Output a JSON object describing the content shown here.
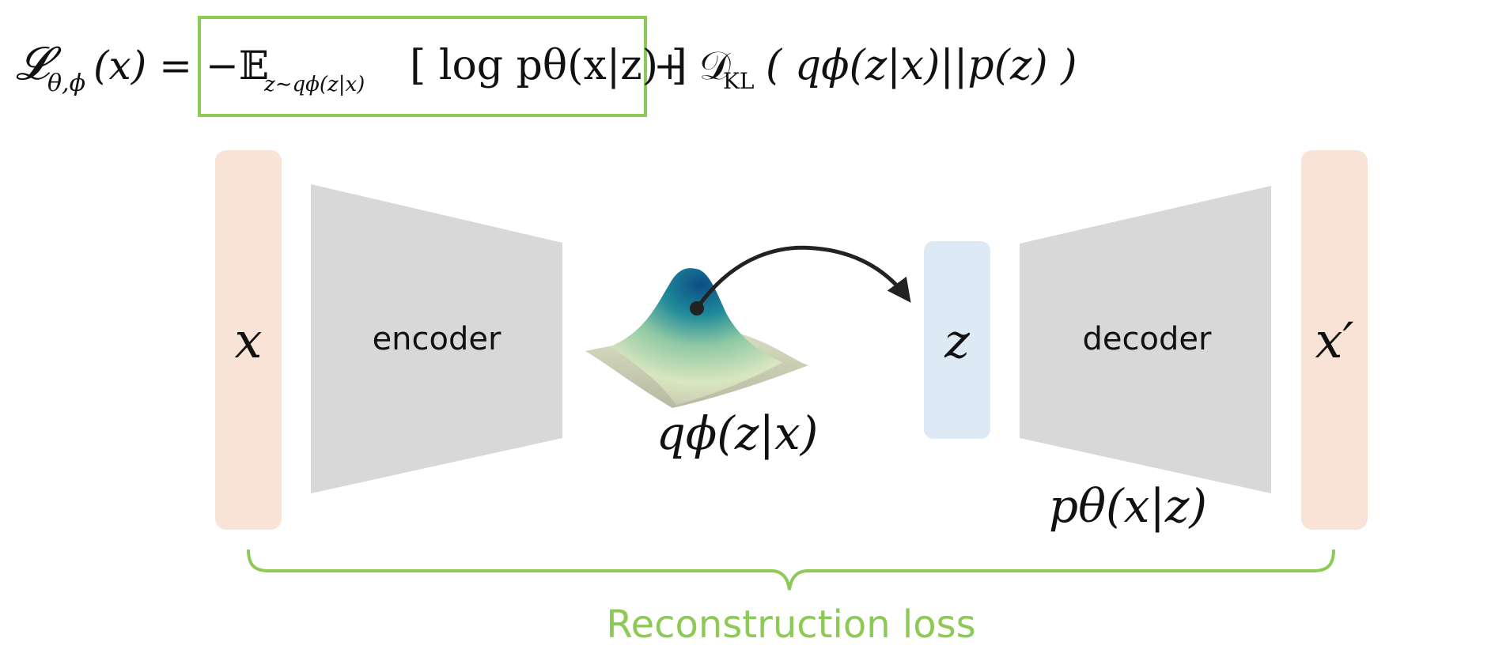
{
  "formula": {
    "lhs": "𝓛",
    "lhs_sub": "θ,ϕ",
    "lhs_arg": "(x) =",
    "expect_neg": "−𝔼",
    "expect_sub": "z∼qϕ(z|x)",
    "expect_body": "[ log pθ(x|z) ]",
    "plus_kl": "+ 𝒟",
    "kl_sub": "KL",
    "kl_body": "( qϕ(z|x)||p(z) )"
  },
  "diagram": {
    "input_label": "x",
    "encoder_label": "encoder",
    "distribution_label": "qϕ(z|x)",
    "latent_label": "z",
    "decoder_label": "decoder",
    "likelihood_label": "pθ(x|z)",
    "output_label": "x′",
    "loss_label": "Reconstruction loss"
  },
  "colors": {
    "highlight_green": "#8dc955",
    "input_fill": "#f9e3d7",
    "latent_fill": "#dde9f5",
    "network_fill": "#d8d8d8",
    "arrow": "#222222"
  }
}
